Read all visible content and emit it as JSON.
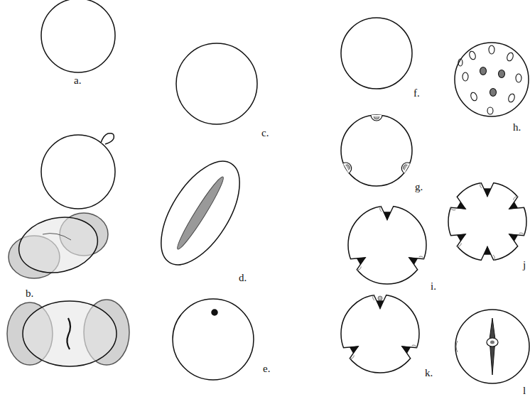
{
  "diagram": {
    "labels": [
      "a.",
      "b.",
      "c.",
      "d.",
      "e.",
      "f.",
      "g.",
      "h.",
      "i.",
      "j",
      "k.",
      "l"
    ]
  }
}
